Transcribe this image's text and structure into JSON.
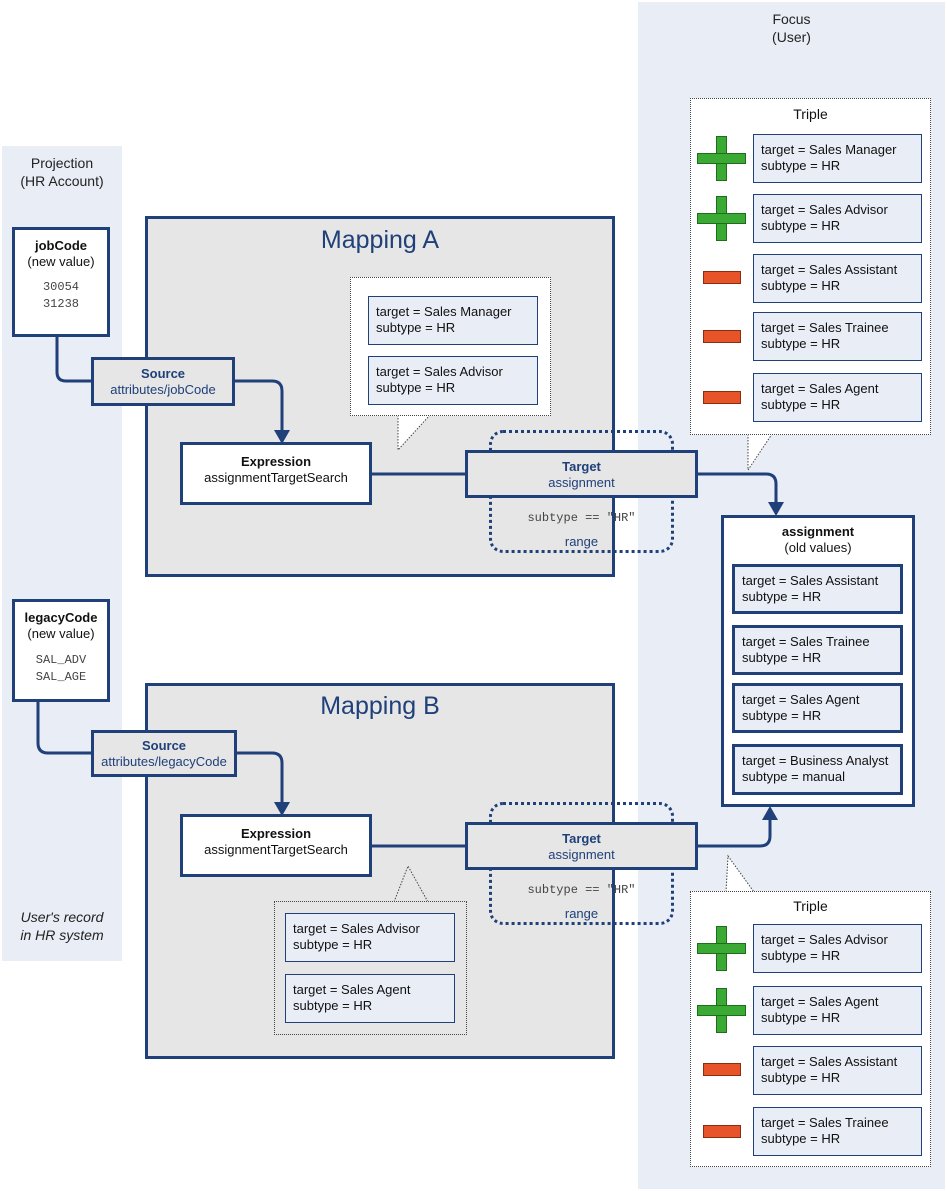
{
  "projection": {
    "title": "Projection",
    "subtitle": "(HR Account)",
    "footer_line1": "User's record",
    "footer_line2": "in HR system"
  },
  "focus": {
    "title": "Focus",
    "subtitle": "(User)"
  },
  "jobcode": {
    "title": "jobCode",
    "subtitle": "(new value)",
    "values": [
      "30054",
      "31238"
    ]
  },
  "legacycode": {
    "title": "legacyCode",
    "subtitle": "(new value)",
    "values": [
      "SAL_ADV",
      "SAL_AGE"
    ]
  },
  "mapping_a": {
    "title": "Mapping A",
    "source_label": "Source",
    "source_path": "attributes/jobCode",
    "expression_label": "Expression",
    "expression_value": "assignmentTargetSearch",
    "target_label": "Target",
    "target_value": "assignment",
    "range_condition": "subtype == \"HR\"",
    "range_label": "range",
    "results": [
      {
        "line1": "target = Sales Manager",
        "line2": "subtype = HR"
      },
      {
        "line1": "target = Sales Advisor",
        "line2": "subtype = HR"
      }
    ]
  },
  "mapping_b": {
    "title": "Mapping B",
    "source_label": "Source",
    "source_path": "attributes/legacyCode",
    "expression_label": "Expression",
    "expression_value": "assignmentTargetSearch",
    "target_label": "Target",
    "target_value": "assignment",
    "range_condition": "subtype == \"HR\"",
    "range_label": "range",
    "results": [
      {
        "line1": "target = Sales Advisor",
        "line2": "subtype = HR"
      },
      {
        "line1": "target = Sales Agent",
        "line2": "subtype = HR"
      }
    ]
  },
  "assignment": {
    "title": "assignment",
    "subtitle": "(old values)",
    "items": [
      {
        "line1": "target = Sales Assistant",
        "line2": "subtype = HR"
      },
      {
        "line1": "target = Sales Trainee",
        "line2": "subtype = HR"
      },
      {
        "line1": "target = Sales Agent",
        "line2": "subtype = HR"
      },
      {
        "line1": "target = Business Analyst",
        "line2": "subtype = manual"
      }
    ]
  },
  "triple_top": {
    "title": "Triple",
    "items": [
      {
        "sign": "plus",
        "line1": "target = Sales Manager",
        "line2": "subtype = HR"
      },
      {
        "sign": "plus",
        "line1": "target = Sales Advisor",
        "line2": "subtype = HR"
      },
      {
        "sign": "minus",
        "line1": "target = Sales Assistant",
        "line2": "subtype = HR"
      },
      {
        "sign": "minus",
        "line1": "target = Sales Trainee",
        "line2": "subtype = HR"
      },
      {
        "sign": "minus",
        "line1": "target = Sales Agent",
        "line2": "subtype = HR"
      }
    ]
  },
  "triple_bottom": {
    "title": "Triple",
    "items": [
      {
        "sign": "plus",
        "line1": "target = Sales Advisor",
        "line2": "subtype = HR"
      },
      {
        "sign": "plus",
        "line1": "target = Sales Agent",
        "line2": "subtype = HR"
      },
      {
        "sign": "minus",
        "line1": "target = Sales Assistant",
        "line2": "subtype = HR"
      },
      {
        "sign": "minus",
        "line1": "target = Sales Trainee",
        "line2": "subtype = HR"
      }
    ]
  },
  "colors": {
    "accent": "#20407a",
    "plus": "#3aaa35",
    "minus": "#e8542a",
    "lane": "#e8edf6",
    "mapping_bg": "#e6e6e6"
  }
}
